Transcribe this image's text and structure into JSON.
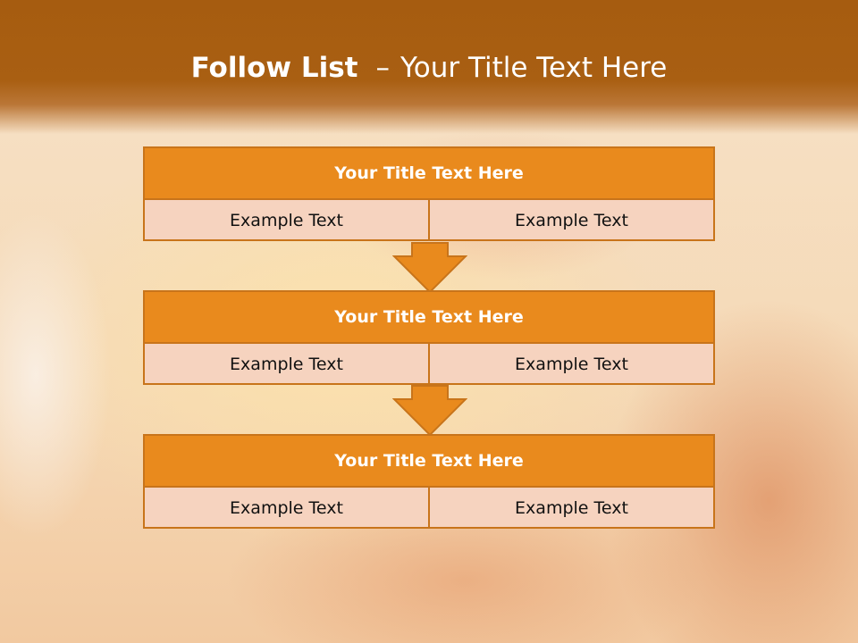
{
  "slide": {
    "title_bold": "Follow List",
    "title_dash": "–",
    "title_rest": "Your Title Text Here"
  },
  "blocks": [
    {
      "title": "Your Title Text Here",
      "left": "Example Text",
      "right": "Example Text"
    },
    {
      "title": "Your Title Text Here",
      "left": "Example Text",
      "right": "Example Text"
    },
    {
      "title": "Your Title Text Here",
      "left": "Example Text",
      "right": "Example Text"
    }
  ],
  "colors": {
    "header": "#a65c10",
    "accent": "#e98a1d",
    "cell_fill": "#f6d3bf",
    "border": "#c8741a"
  }
}
